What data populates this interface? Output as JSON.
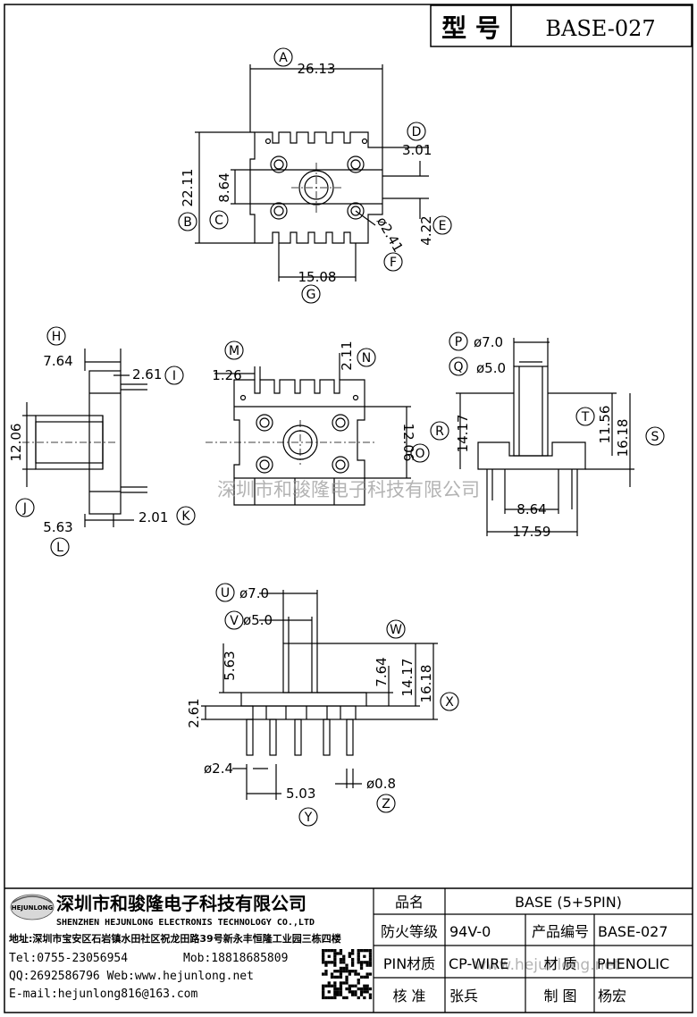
{
  "header": {
    "model_label": "型 号",
    "model_value": "BASE-027"
  },
  "drawing": {
    "top_view": {
      "dims": {
        "A": "26.13",
        "B": "22.11",
        "C": "8.64",
        "D": "3.01",
        "E": "4.22",
        "F": "ø2.41",
        "G": "15.08"
      },
      "markers": [
        "A",
        "B",
        "C",
        "D",
        "E",
        "F",
        "G"
      ]
    },
    "side_view_left": {
      "dims": {
        "H": "7.64",
        "I": "2.61",
        "J": "12.06",
        "K": "2.01",
        "L": "5.63"
      },
      "markers": [
        "H",
        "I",
        "J",
        "K",
        "L"
      ]
    },
    "front_view": {
      "dims": {
        "M": "1.26",
        "N": "2.11",
        "O": "12.06"
      },
      "markers": [
        "M",
        "N",
        "O"
      ]
    },
    "side_view_right": {
      "dims": {
        "P": "ø7.0",
        "Q": "ø5.0",
        "R": "14.17",
        "T": "11.56",
        "S": "16.18",
        "h1": "8.64",
        "h2": "17.59"
      },
      "markers": [
        "P",
        "Q",
        "R",
        "T",
        "S"
      ]
    },
    "bottom_view": {
      "dims": {
        "U": "ø7.0",
        "V": "ø5.0",
        "W": "7.64",
        "W2": "14.17",
        "X": "16.18",
        "a": "5.63",
        "b": "2.61",
        "c": "ø2.4",
        "Y": "5.03",
        "Z": "ø0.8"
      },
      "markers": [
        "U",
        "V",
        "W",
        "X",
        "Y",
        "Z"
      ]
    }
  },
  "watermark": "深圳市和骏隆电子科技有限公司",
  "watermark2": "www.hejunlong.net",
  "footer": {
    "logo_text": "HEJUNLONG",
    "company_cn": "深圳市和骏隆电子科技有限公司",
    "company_en": "SHENZHEN HEJUNLONG ELECTRONIS TECHNOLOGY CO.,LTD",
    "address": "地址:深圳市宝安区石岩镇水田社区祝龙田路39号新永丰恒隆工业园三栋四楼",
    "tel": "Tel:0755-23056954",
    "mob": "Mob:18818685809",
    "qq_web": "QQ:2692586796 Web:www.hejunlong.net",
    "email": "E-mail:hejunlong816@163.com",
    "table": {
      "name_label": "品名",
      "name_value": "BASE (5+5PIN)",
      "fire_label": "防火等级",
      "fire_value": "94V-0",
      "code_label": "产品编号",
      "code_value": "BASE-027",
      "pin_label": "PIN材质",
      "pin_value": "CP-WIRE",
      "mat_label": "材 质",
      "mat_value": "PHENOLIC",
      "check_label": "核 准",
      "check_value": "张兵",
      "draw_label": "制 图",
      "draw_value": "杨宏"
    }
  }
}
